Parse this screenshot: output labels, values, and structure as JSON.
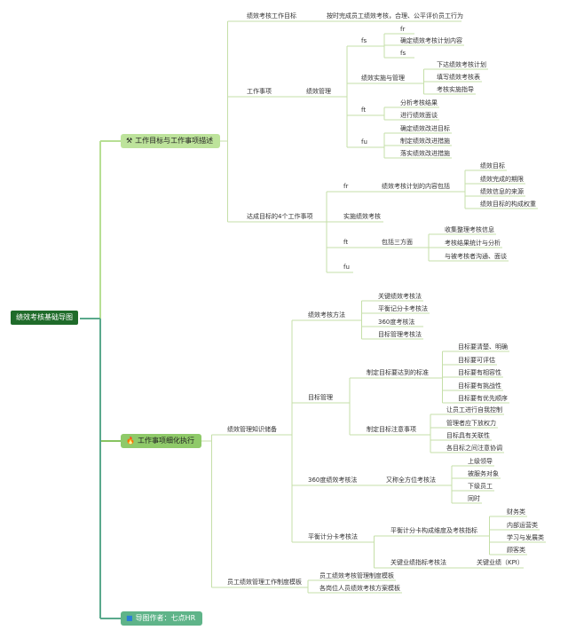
{
  "root": {
    "label": "绩效考核基础导图"
  },
  "branch1": {
    "label": "工作目标与工作事项描述",
    "icon": "tools-icon",
    "goal": {
      "label": "绩效考核工作目标",
      "desc": "按时完成员工绩效考核，合理、公平评价员工行为"
    },
    "items": {
      "label": "工作事项",
      "mgmt": "绩效管理",
      "fs": "fs",
      "fs_children": [
        "fr",
        "确定绩效考核计划内容",
        "fs"
      ],
      "impl": "绩效实施与管理",
      "impl_children": [
        "下达绩效考核计划",
        "填写绩效考核表",
        "考核实施指导"
      ],
      "ft": "ft",
      "ft_children": [
        "分析考核结果",
        "进行绩效面谈"
      ],
      "fu": "fu",
      "fu_children": [
        "确定绩效改进目标",
        "制定绩效改进措施",
        "落实绩效改进措施"
      ]
    },
    "four": {
      "label": "达成目标的4个工作事项",
      "fr": "fr",
      "plan": "绩效考核计划的内容包括",
      "plan_children": [
        "绩效目标",
        "绩效完成的期限",
        "绩效信息的来源",
        "绩效目标的构成权重"
      ],
      "exec": "实施绩效考核",
      "ft": "ft",
      "three": "包括三方面",
      "three_children": [
        "收集整理考核信息",
        "考核结果统计与分析",
        "与被考核者沟通、面谈"
      ],
      "fu": "fu"
    }
  },
  "branch2": {
    "label": "工作事项细化执行",
    "icon": "fire-icon",
    "knowledge": {
      "label": "绩效管理知识储备",
      "methods": {
        "label": "绩效考核方法",
        "children": [
          "关键绩效考核法",
          "平衡记分卡考核法",
          "360度考核法",
          "目标管理考核法"
        ]
      },
      "target": {
        "label": "目标管理",
        "std": "制定目标要达到的标准",
        "std_children": [
          "目标要清楚、明确",
          "目标要可评估",
          "目标要有相容性",
          "目标要有挑战性",
          "目标要有优先顺序"
        ],
        "attn": "制定目标注意事项",
        "attn_children": [
          "让员工进行自我控制",
          "管理者应下放权力",
          "目标具有关联性",
          "各目标之间注意协调"
        ]
      },
      "deg360": {
        "label": "360度绩效考核法",
        "sub": "又称全方位考核法",
        "children": [
          "上级领导",
          "被服务对象",
          "下级员工",
          "同时"
        ]
      },
      "bsc": {
        "label": "平衡计分卡考核法",
        "dims": "平衡计分卡构成维度及考核指标",
        "dims_children": [
          "财务类",
          "内部运营类",
          "学习与发展类",
          "顾客类"
        ],
        "kpi": "关键业绩指标考核法",
        "kpi_child": "关键业绩（KPI）"
      }
    },
    "template": {
      "label": "员工绩效管理工作制度模板",
      "children": [
        "员工绩效考核管理制度模板",
        "各岗位人员绩效考核方案模板"
      ]
    }
  },
  "branch3": {
    "label": "导图作者：七点HR",
    "icon": "square-icon"
  },
  "colors": {
    "line": "#c5dfa8",
    "trunk1": "#b7df94",
    "trunk2": "#87c460",
    "trunk3": "#5aa98c",
    "root": "#1f6b2a"
  }
}
